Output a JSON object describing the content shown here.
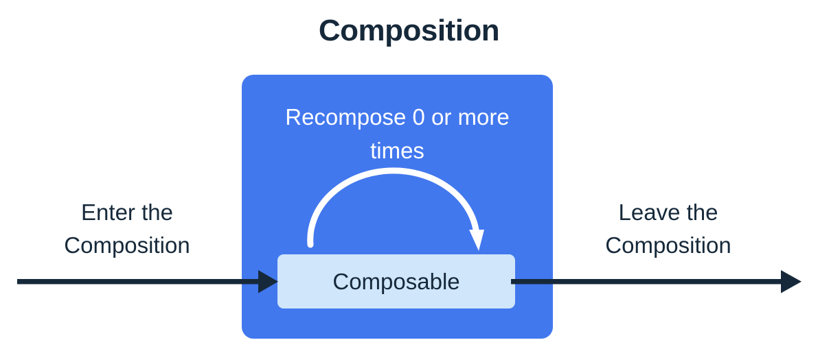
{
  "diagram": {
    "title": "Composition",
    "colors": {
      "background": "#ffffff",
      "ink": "#16293a",
      "composition_box": "#4278ee",
      "composable_box": "#cfe6fb",
      "arrow": "#16293a",
      "recompose_arrow": "#ffffff",
      "white_text": "#ffffff"
    },
    "composition_box": {
      "recompose_label": "Recompose 0 or\nmore times",
      "composable_label": "Composable",
      "recompose_arrow_name": "recompose-loop-arrow"
    },
    "flow": {
      "enter_caption": "Enter the\nComposition",
      "leave_caption": "Leave the\nComposition",
      "enter_arrow_name": "enter-composition-arrow",
      "leave_arrow_name": "leave-composition-arrow"
    }
  }
}
